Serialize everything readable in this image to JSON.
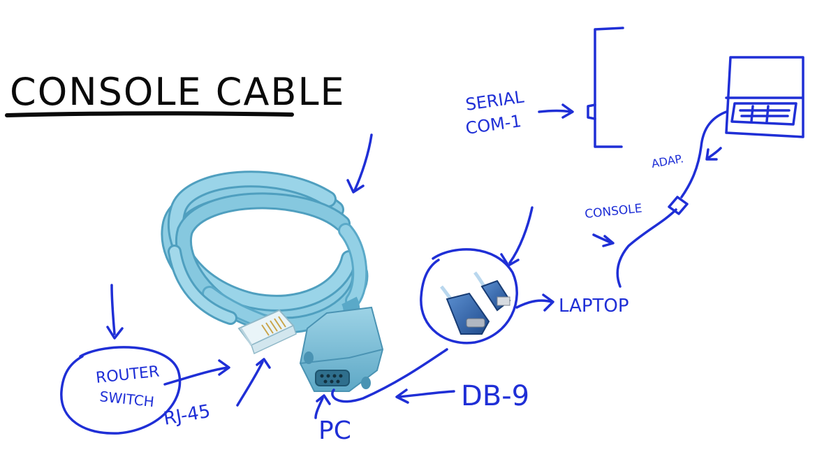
{
  "colors": {
    "ink_blue": "#1f2fd6",
    "title_black": "#0a0a0a",
    "cable_blue": "#7cc2dc",
    "cable_dark": "#4f9fbf",
    "cable_light": "#a9dcec",
    "adapter_blue": "#2d5fa8"
  },
  "title": "CONSOLE CABLE",
  "labels": {
    "serial": "SERIAL",
    "com": "COM-1",
    "adap": "ADAP.",
    "console": "CONSOLE",
    "laptop": "LAPTOP",
    "router": "ROUTER",
    "switch": "SWITCH",
    "rj45": "RJ-45",
    "db9": "DB-9",
    "pc": "PC"
  }
}
